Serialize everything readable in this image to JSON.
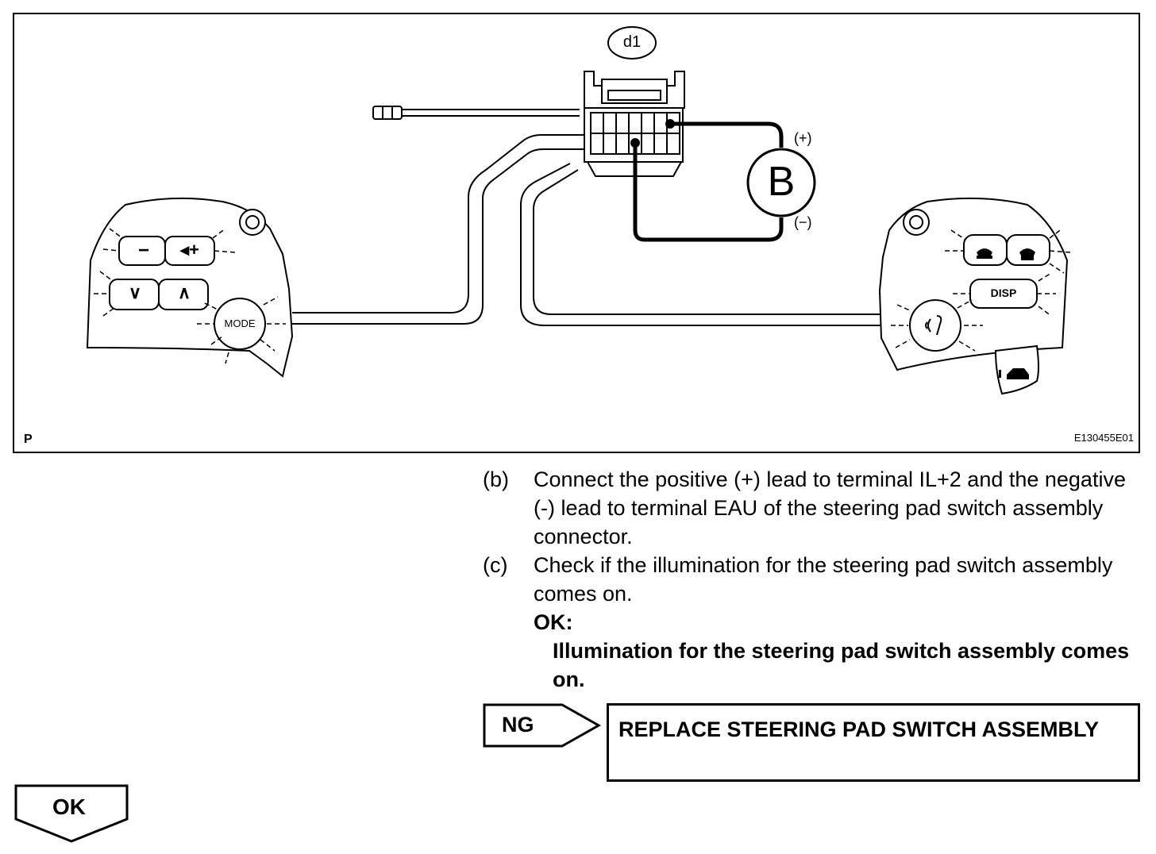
{
  "figure": {
    "connector_label": "d1",
    "battery_label": "B",
    "positive_label": "(+)",
    "negative_label": "(−)",
    "left_pad": {
      "minus_button": "−",
      "vol_up_button": "◂+",
      "down_button": "∨",
      "up_button": "∧",
      "mode_button": "MODE"
    },
    "right_pad": {
      "disp_button": "DISP"
    },
    "figure_letter": "P",
    "figure_code": "E130455E01"
  },
  "steps": [
    {
      "label": "(b)",
      "text": "Connect the positive (+) lead to terminal IL+2 and the negative (-) lead to terminal EAU of the steering pad switch assembly connector."
    },
    {
      "label": "(c)",
      "text": "Check if the illumination for the steering pad switch assembly comes on."
    }
  ],
  "ok_label": "OK:",
  "ok_text": "Illumination for the steering pad switch assembly comes on.",
  "ng_label": "NG",
  "ng_result": "REPLACE STEERING PAD SWITCH ASSEMBLY",
  "ok_arrow_label": "OK"
}
